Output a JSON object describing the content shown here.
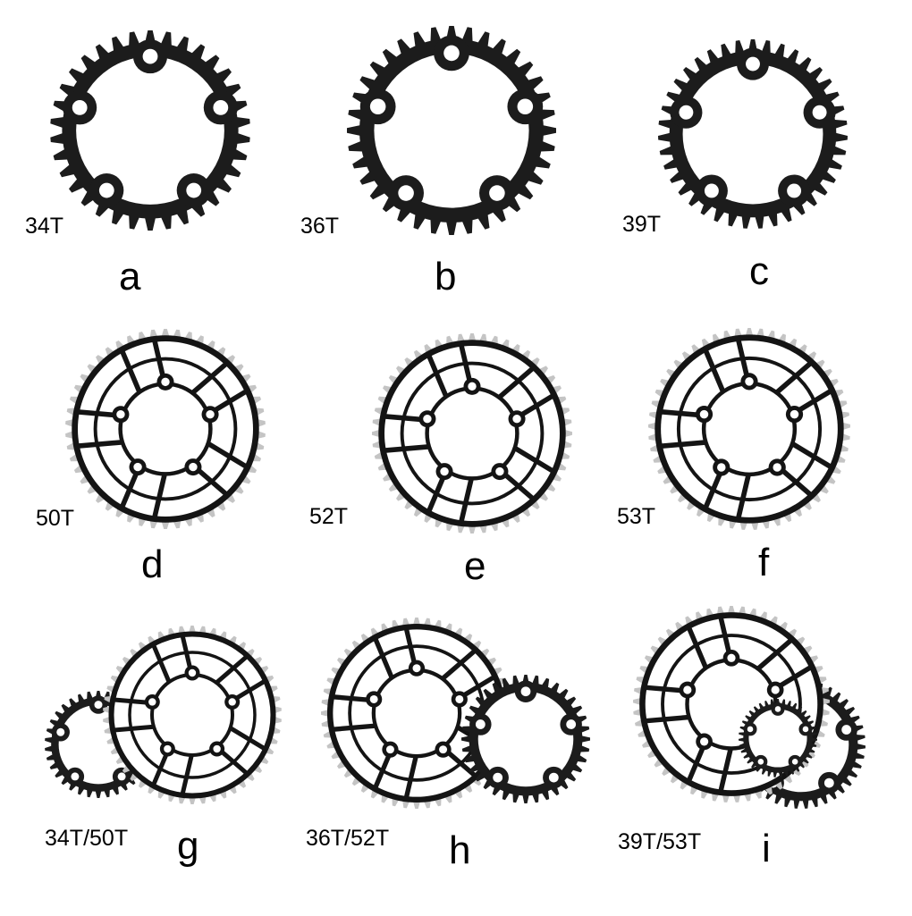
{
  "colors": {
    "small_ring": "#1c1c1c",
    "large_ring_body": "#141414",
    "large_ring_teeth": "#c4c4c4",
    "background": "#ffffff"
  },
  "panels": [
    {
      "id": "a",
      "letter": "a",
      "teeth_label": "34T",
      "kind": "small",
      "teeth": 34
    },
    {
      "id": "b",
      "letter": "b",
      "teeth_label": "36T",
      "kind": "small",
      "teeth": 36
    },
    {
      "id": "c",
      "letter": "c",
      "teeth_label": "39T",
      "kind": "small",
      "teeth": 39
    },
    {
      "id": "d",
      "letter": "d",
      "teeth_label": "50T",
      "kind": "large",
      "teeth": 50
    },
    {
      "id": "e",
      "letter": "e",
      "teeth_label": "52T",
      "kind": "large",
      "teeth": 52
    },
    {
      "id": "f",
      "letter": "f",
      "teeth_label": "53T",
      "kind": "large",
      "teeth": 53
    },
    {
      "id": "g",
      "letter": "g",
      "teeth_label": "34T/50T",
      "kind": "combo",
      "teeth": [
        34,
        50
      ]
    },
    {
      "id": "h",
      "letter": "h",
      "teeth_label": "36T/52T",
      "kind": "combo",
      "teeth": [
        36,
        52
      ]
    },
    {
      "id": "i",
      "letter": "i",
      "teeth_label": "39T/53T",
      "kind": "combo",
      "teeth": [
        39,
        53
      ]
    }
  ]
}
